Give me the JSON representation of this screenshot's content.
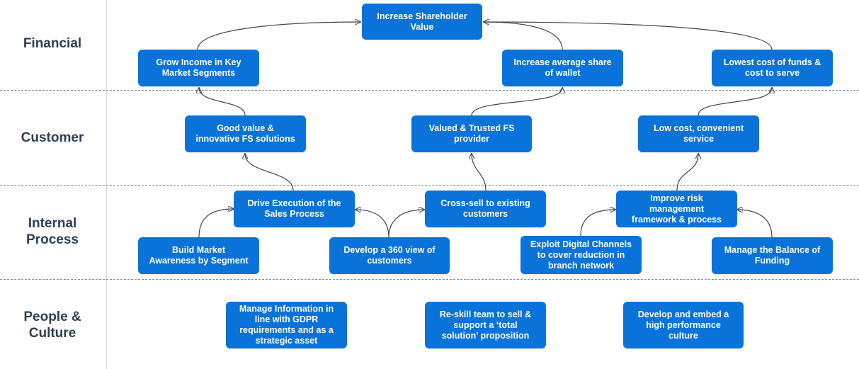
{
  "colors": {
    "node_fill": "#0a73d9",
    "node_text": "#ffffff",
    "label_text": "#2f3f52",
    "divider": "#7d8ea3",
    "arrow": "#3c4650"
  },
  "rows": [
    {
      "id": "financial",
      "lines": [
        "Financial"
      ]
    },
    {
      "id": "customer",
      "lines": [
        "Customer"
      ]
    },
    {
      "id": "internal",
      "lines": [
        "Internal",
        "Process"
      ]
    },
    {
      "id": "people",
      "lines": [
        "People &",
        "Culture"
      ]
    }
  ],
  "nodes": {
    "shareholder_value": [
      "Increase Shareholder",
      "Value"
    ],
    "grow_income": [
      "Grow Income in Key",
      "Market Segments"
    ],
    "share_of_wallet": [
      "Increase average share",
      "of wallet"
    ],
    "lowest_cost": [
      "Lowest cost of funds &",
      "cost to serve"
    ],
    "good_value": [
      "Good value &",
      "innovative FS solutions"
    ],
    "valued_trusted": [
      "Valued & Trusted FS",
      "provider"
    ],
    "low_cost_service": [
      "Low cost, convenient",
      "service"
    ],
    "drive_execution": [
      "Drive Execution of the",
      "Sales Process"
    ],
    "cross_sell": [
      "Cross-sell to existing",
      "customers"
    ],
    "improve_risk": [
      "Improve risk",
      "management",
      "framework & process"
    ],
    "build_awareness": [
      "Build Market",
      "Awareness by Segment"
    ],
    "develop_360": [
      "Develop a 360 view of",
      "customers"
    ],
    "exploit_digital": [
      "Exploit Digital Channels",
      "to cover reduction in",
      "branch network"
    ],
    "manage_funding": [
      "Manage the Balance of",
      "Funding"
    ],
    "manage_information": [
      "Manage Information in",
      "line with GDPR",
      "requirements and as a",
      "strategic asset"
    ],
    "reskill_team": [
      "Re-skill team to sell &",
      "support a ‘total",
      "solution’ proposition"
    ],
    "high_performance": [
      "Develop and embed a",
      "high performance",
      "culture"
    ]
  }
}
